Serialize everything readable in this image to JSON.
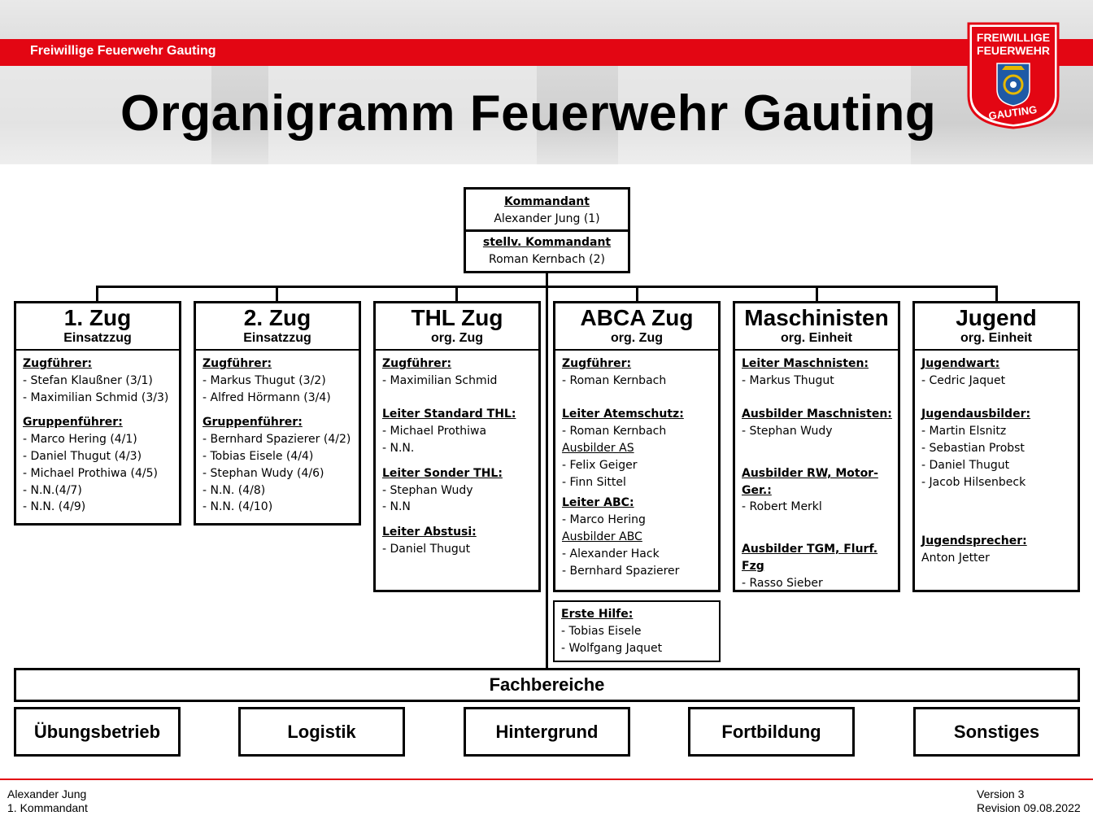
{
  "header": {
    "org_name": "Freiwillige  Feuerwehr  Gauting",
    "title": "Organigramm Feuerwehr  Gauting",
    "logo_text_top": "FREIWILLIGE FEUERWEHR",
    "logo_text_bottom": "GAUTING"
  },
  "command": {
    "kommandant_role": "Kommandant",
    "kommandant_name": "Alexander Jung  (1)",
    "stellv_role": "stellv.  Kommandant",
    "stellv_name": "Roman Kernbach (2)"
  },
  "units": [
    {
      "title": "1. Zug",
      "subtitle": "Einsatzzug",
      "lines": [
        {
          "t": "Zugführer:",
          "s": "title"
        },
        {
          "t": "- Stefan Klaußner (3/1)"
        },
        {
          "t": "- Maximilian Schmid (3/3)"
        },
        {
          "t": "",
          "s": "gap"
        },
        {
          "t": "Gruppenführer:",
          "s": "title"
        },
        {
          "t": "- Marco Hering (4/1)"
        },
        {
          "t": "- Daniel Thugut (4/3)"
        },
        {
          "t": "- Michael Prothiwa (4/5)"
        },
        {
          "t": "- N.N.(4/7)"
        },
        {
          "t": "- N.N. (4/9)"
        }
      ]
    },
    {
      "title": "2. Zug",
      "subtitle": "Einsatzzug",
      "lines": [
        {
          "t": "Zugführer:",
          "s": "title"
        },
        {
          "t": "- Markus Thugut (3/2)"
        },
        {
          "t": "- Alfred Hörmann (3/4)"
        },
        {
          "t": "",
          "s": "gap"
        },
        {
          "t": "Gruppenführer:",
          "s": "title"
        },
        {
          "t": "- Bernhard Spazierer (4/2)"
        },
        {
          "t": "- Tobias Eisele (4/4)"
        },
        {
          "t": "- Stephan Wudy (4/6)"
        },
        {
          "t": "- N.N. (4/8)"
        },
        {
          "t": "-  N.N. (4/10)"
        }
      ]
    },
    {
      "title": "THL Zug",
      "subtitle": "org. Zug",
      "lines": [
        {
          "t": "Zugführer:",
          "s": "title"
        },
        {
          "t": "- Maximilian Schmid"
        },
        {
          "t": "",
          "s": "blank"
        },
        {
          "t": "Leiter  Standard THL:",
          "s": "title"
        },
        {
          "t": "- Michael Prothiwa"
        },
        {
          "t": "- N.N."
        },
        {
          "t": "",
          "s": "gap"
        },
        {
          "t": "Leiter  Sonder  THL:",
          "s": "title"
        },
        {
          "t": "- Stephan Wudy"
        },
        {
          "t": "- N.N"
        },
        {
          "t": "",
          "s": "gap"
        },
        {
          "t": "Leiter  Abstusi:",
          "s": "title"
        },
        {
          "t": "- Daniel Thugut"
        }
      ]
    },
    {
      "title": "ABCA Zug",
      "subtitle": "org. Zug",
      "lines": [
        {
          "t": "Zugführer:",
          "s": "title"
        },
        {
          "t": "- Roman Kernbach"
        },
        {
          "t": "",
          "s": "blank"
        },
        {
          "t": "Leiter  Atemschutz:",
          "s": "title"
        },
        {
          "t": "- Roman Kernbach"
        },
        {
          "t": "Ausbilder AS",
          "s": "ul"
        },
        {
          "t": "- Felix Geiger"
        },
        {
          "t": "- Finn Sittel"
        },
        {
          "t": "",
          "s": "small"
        },
        {
          "t": "Leiter  ABC:",
          "s": "title"
        },
        {
          "t": "- Marco Hering"
        },
        {
          "t": "Ausbilder ABC",
          "s": "ul"
        },
        {
          "t": "- Alexander Hack"
        },
        {
          "t": "- Bernhard Spazierer"
        }
      ]
    },
    {
      "title": "Maschinisten",
      "subtitle": "org. Einheit",
      "lines": [
        {
          "t": "Leiter Maschnisten:",
          "s": "title"
        },
        {
          "t": "- Markus Thugut"
        },
        {
          "t": "",
          "s": "blank"
        },
        {
          "t": "Ausbilder Maschnisten:",
          "s": "title"
        },
        {
          "t": "- Stephan Wudy"
        },
        {
          "t": "",
          "s": "blank"
        },
        {
          "t": "",
          "s": "gap"
        },
        {
          "t": "Ausbilder RW, Motor-Ger.:",
          "s": "title"
        },
        {
          "t": "- Robert Merkl"
        },
        {
          "t": "",
          "s": "blank"
        },
        {
          "t": "",
          "s": "gap"
        },
        {
          "t": "Ausbilder TGM, Flurf. Fzg",
          "s": "title"
        },
        {
          "t": "- Rasso Sieber"
        }
      ]
    },
    {
      "title": "Jugend",
      "subtitle": "org. Einheit",
      "lines": [
        {
          "t": "Jugendwart:",
          "s": "title"
        },
        {
          "t": "- Cedric Jaquet"
        },
        {
          "t": "",
          "s": "blank"
        },
        {
          "t": "Jugendausbilder:",
          "s": "title"
        },
        {
          "t": "- Martin Elsnitz"
        },
        {
          "t": "- Sebastian Probst"
        },
        {
          "t": "- Daniel Thugut"
        },
        {
          "t": "- Jacob Hilsenbeck"
        },
        {
          "t": "",
          "s": "blank"
        },
        {
          "t": "",
          "s": "blank"
        },
        {
          "t": "",
          "s": "gap"
        },
        {
          "t": "Jugendsprecher:",
          "s": "title"
        },
        {
          "t": "Anton Jetter"
        }
      ]
    }
  ],
  "erste_hilfe": {
    "title": "Erste Hilfe:",
    "members": [
      "- Tobias Eisele",
      "- Wolfgang  Jaquet"
    ]
  },
  "fachbereiche": {
    "label": "Fachbereiche",
    "items": [
      "Übungsbetrieb",
      "Logistik",
      "Hintergrund",
      "Fortbildung",
      "Sonstiges"
    ]
  },
  "footer": {
    "author": "Alexander Jung",
    "role": "1. Kommandant",
    "version": "Version 3",
    "revision": "Revision 09.08.2022"
  },
  "colors": {
    "accent_red": "#e30613",
    "logo_blue": "#1f5aa6",
    "logo_gold": "#e5b800"
  }
}
